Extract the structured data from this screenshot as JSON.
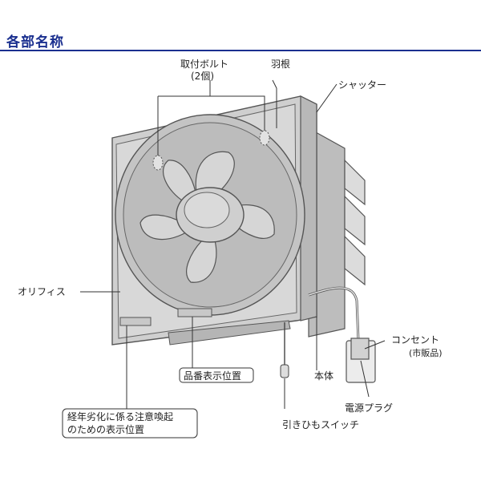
{
  "header": {
    "title": "各部名称"
  },
  "colors": {
    "title": "#1a2f8f",
    "body": "#c9c9c9",
    "face": "#d6d6d6",
    "blade": "#bfbfbf",
    "outline": "#555555"
  },
  "labels": {
    "bolt": "取付ボルト",
    "bolt_count": "(2個)",
    "blade": "羽根",
    "shutter": "シャッター",
    "orifice": "オリフィス",
    "outlet": "コンセント",
    "outlet_note": "(市販品)",
    "model_label_pos": "品番表示位置",
    "body": "本体",
    "plug": "電源プラグ",
    "aging_line1": "経年劣化に係る注意喚起",
    "aging_line2": "のための表示位置",
    "pull_switch": "引きひもスイッチ"
  }
}
